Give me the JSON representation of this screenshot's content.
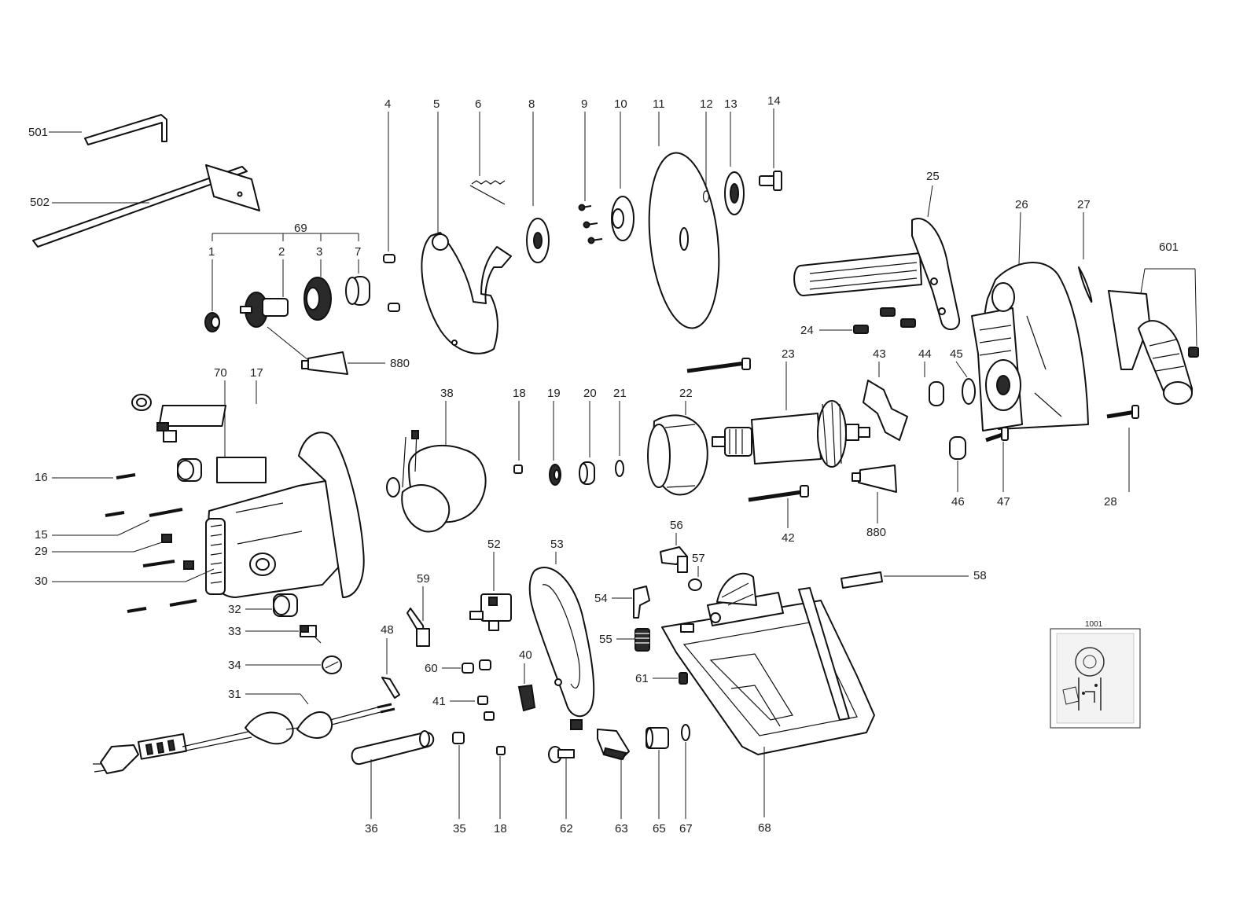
{
  "diagram": {
    "labels": {
      "p501": "501",
      "p502": "502",
      "p69": "69",
      "p1": "1",
      "p2": "2",
      "p3": "3",
      "p7": "7",
      "p880a": "880",
      "p880b": "880",
      "p4": "4",
      "p5": "5",
      "p6": "6",
      "p8": "8",
      "p9": "9",
      "p10": "10",
      "p11": "11",
      "p12": "12",
      "p13": "13",
      "p14": "14",
      "p25": "25",
      "p26": "26",
      "p27": "27",
      "p601": "601",
      "p24": "24",
      "p23": "23",
      "p43": "43",
      "p44": "44",
      "p45": "45",
      "p46": "46",
      "p47": "47",
      "p28": "28",
      "p70": "70",
      "p17": "17",
      "p38": "38",
      "p18a": "18",
      "p18b": "18",
      "p19": "19",
      "p20": "20",
      "p21": "21",
      "p22": "22",
      "p42": "42",
      "p16": "16",
      "p15": "15",
      "p29": "29",
      "p30": "30",
      "p32": "32",
      "p33": "33",
      "p34": "34",
      "p31": "31",
      "p48": "48",
      "p59": "59",
      "p52": "52",
      "p53": "53",
      "p60": "60",
      "p41": "41",
      "p40": "40",
      "p56": "56",
      "p57": "57",
      "p54": "54",
      "p55": "55",
      "p61": "61",
      "p58": "58",
      "p36": "36",
      "p35": "35",
      "p62": "62",
      "p63": "63",
      "p65": "65",
      "p67": "67",
      "p68": "68",
      "p1001": "1001"
    }
  }
}
